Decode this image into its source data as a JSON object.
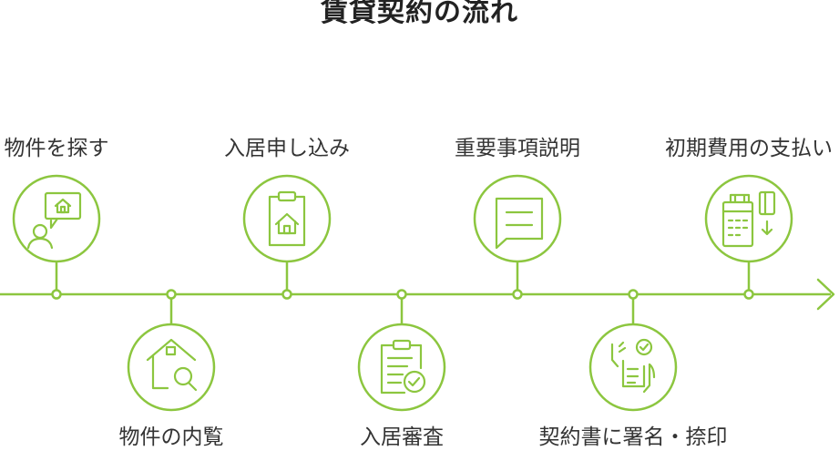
{
  "title": "賃貸契約の流れ",
  "accent_color": "#8cc63f",
  "steps": [
    {
      "label": "物件を探す",
      "icon": "house-search-person-icon",
      "position": "top"
    },
    {
      "label": "物件の内覧",
      "icon": "house-magnifier-icon",
      "position": "bottom"
    },
    {
      "label": "入居申し込み",
      "icon": "clipboard-house-icon",
      "position": "top"
    },
    {
      "label": "入居審査",
      "icon": "clipboard-check-icon",
      "position": "bottom"
    },
    {
      "label": "重要事項説明",
      "icon": "speech-bubble-icon",
      "position": "top"
    },
    {
      "label": "契約書に署名・捺印",
      "icon": "signing-document-icon",
      "position": "bottom"
    },
    {
      "label": "初期費用の支払い",
      "icon": "payment-terminal-card-icon",
      "position": "top"
    }
  ]
}
